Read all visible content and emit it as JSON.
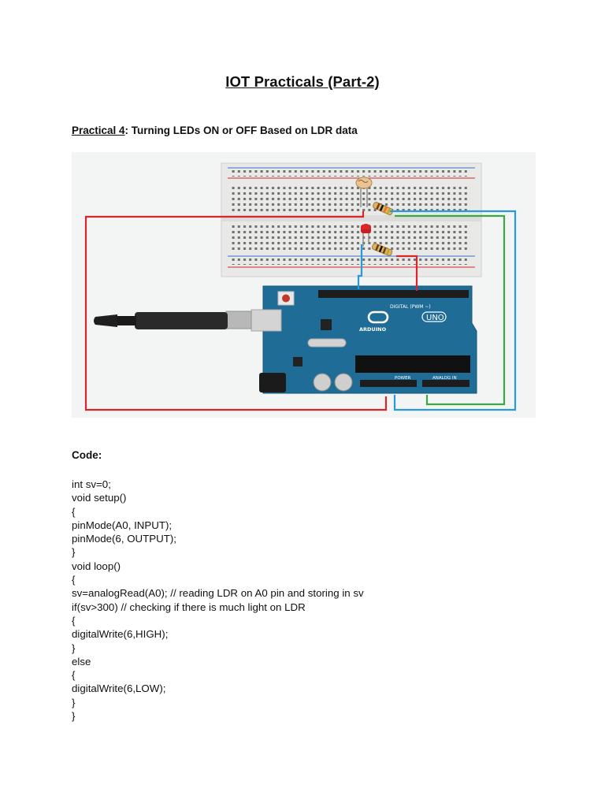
{
  "document": {
    "title": "IOT Practicals (Part-2)",
    "practical_label": "Practical 4",
    "practical_title": ": Turning LEDs ON or OFF Based on LDR data",
    "code_heading": "Code:"
  },
  "figure": {
    "board_labels": {
      "brand": "ARDUINO",
      "model": "UNO",
      "digital": "DIGITAL (PWM ~)",
      "power": "POWER",
      "analog": "ANALOG IN"
    },
    "colors": {
      "board": "#1f6d96",
      "breadboard": "#e9e9e7",
      "wire_red": "#d8262b",
      "wire_blue": "#2a9ad6",
      "wire_green": "#3aa844",
      "led": "#c81d24"
    }
  },
  "code_lines": [
    "int sv=0;",
    "void setup()",
    "{",
    "pinMode(A0, INPUT);",
    "pinMode(6, OUTPUT);",
    "}",
    "void loop()",
    "{",
    "sv=analogRead(A0); // reading LDR on A0 pin and storing in sv",
    "if(sv>300) // checking if there is much light on LDR",
    "{",
    "digitalWrite(6,HIGH);",
    "}",
    "else",
    "{",
    "digitalWrite(6,LOW);",
    "}",
    "}"
  ]
}
